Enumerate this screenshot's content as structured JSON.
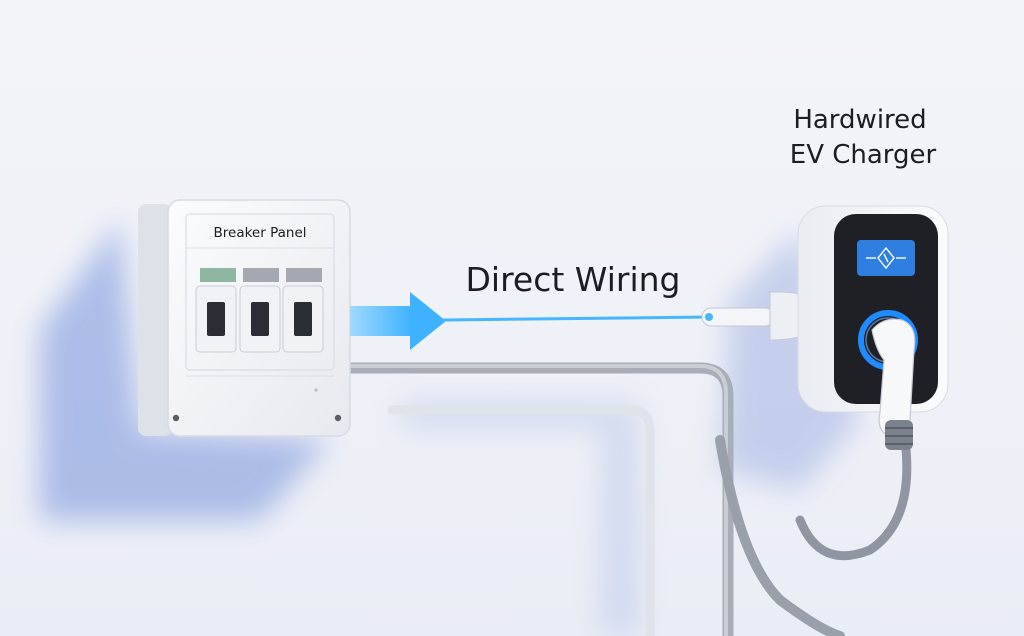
{
  "labels": {
    "breaker_panel": "Breaker Panel",
    "direct_wiring": "Direct Wiring",
    "charger_line1": "Hardwired",
    "charger_line2": "EV Charger"
  },
  "breakers": {
    "count": 3
  },
  "icons": {
    "charger_screen": "charging-bolt-icon",
    "arrow": "arrow-right-icon"
  },
  "colors": {
    "background": "#eef1f7",
    "panel": "#f4f5f8",
    "arrow": "#45b6ff",
    "charger_body": "#1e2026",
    "charger_screen": "#2f7fe0",
    "charger_ring": "#1f8bff",
    "cable": "#9ea3ad"
  }
}
